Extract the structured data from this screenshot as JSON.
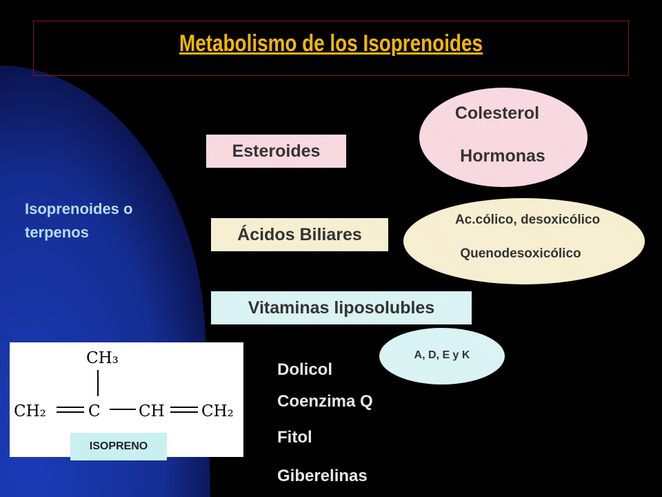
{
  "title": "Metabolismo de los Isoprenoides",
  "left_label": {
    "line1": "Isoprenoides o",
    "line2": "terpenos"
  },
  "categories": {
    "steroids": "Esteroides",
    "bile_acids": "Ácidos Biliares",
    "vitamins": "Vitaminas liposolubles"
  },
  "ellipses": {
    "steroids": {
      "line1": "Colesterol",
      "line2": "Hormonas"
    },
    "bile_acids": {
      "line1": "Ac.cólico, desoxicólico",
      "line2": "Quenodesoxicólico"
    },
    "vitamins": {
      "line1": "A, D, E y K"
    }
  },
  "other_items": [
    "Dolicol",
    "Coenzima Q",
    "Fitol",
    "Giberelinas"
  ],
  "isoprene": {
    "label": "ISOPRENO",
    "formula": {
      "ch3": "CH₃",
      "ch2_left": "CH₂",
      "c": "C",
      "ch": "CH",
      "ch2_right": "CH₂"
    }
  },
  "colors": {
    "background": "#000000",
    "arc": "#1a33a8",
    "title": "#f5b800",
    "pink": "#f7d4dc",
    "beige": "#f5eccb",
    "light_blue": "#d5f1f2"
  }
}
